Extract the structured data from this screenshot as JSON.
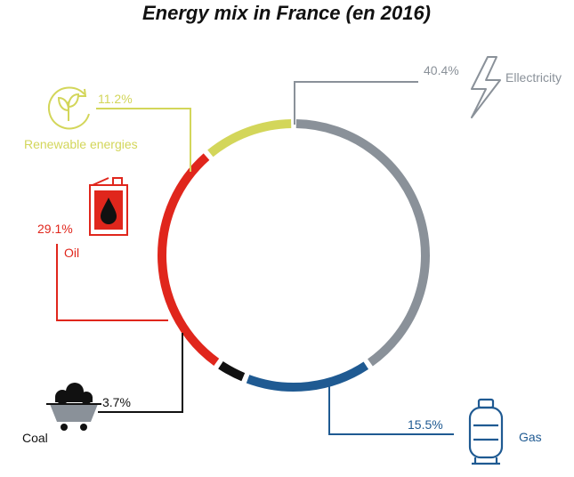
{
  "chart_data": {
    "type": "donut",
    "title": "Energy mix in France (en 2016)",
    "series": [
      {
        "name": "Ellectricity",
        "value": 40.4,
        "value_label": "40.4%",
        "color": "#8a9199",
        "icon": "lightning-icon"
      },
      {
        "name": "Gas",
        "value": 15.5,
        "value_label": "15.5%",
        "color": "#1f5a92",
        "icon": "gas-cylinder-icon"
      },
      {
        "name": "Coal",
        "value": 3.7,
        "value_label": "3.7%",
        "color": "#111111",
        "icon": "coal-cart-icon"
      },
      {
        "name": "Oil",
        "value": 29.1,
        "value_label": "29.1%",
        "color": "#e0261c",
        "icon": "oil-canister-icon"
      },
      {
        "name": "Renewable energies",
        "value": 11.2,
        "value_label": "11.2%",
        "color": "#d3d65a",
        "icon": "leaf-sprout-icon"
      }
    ]
  }
}
